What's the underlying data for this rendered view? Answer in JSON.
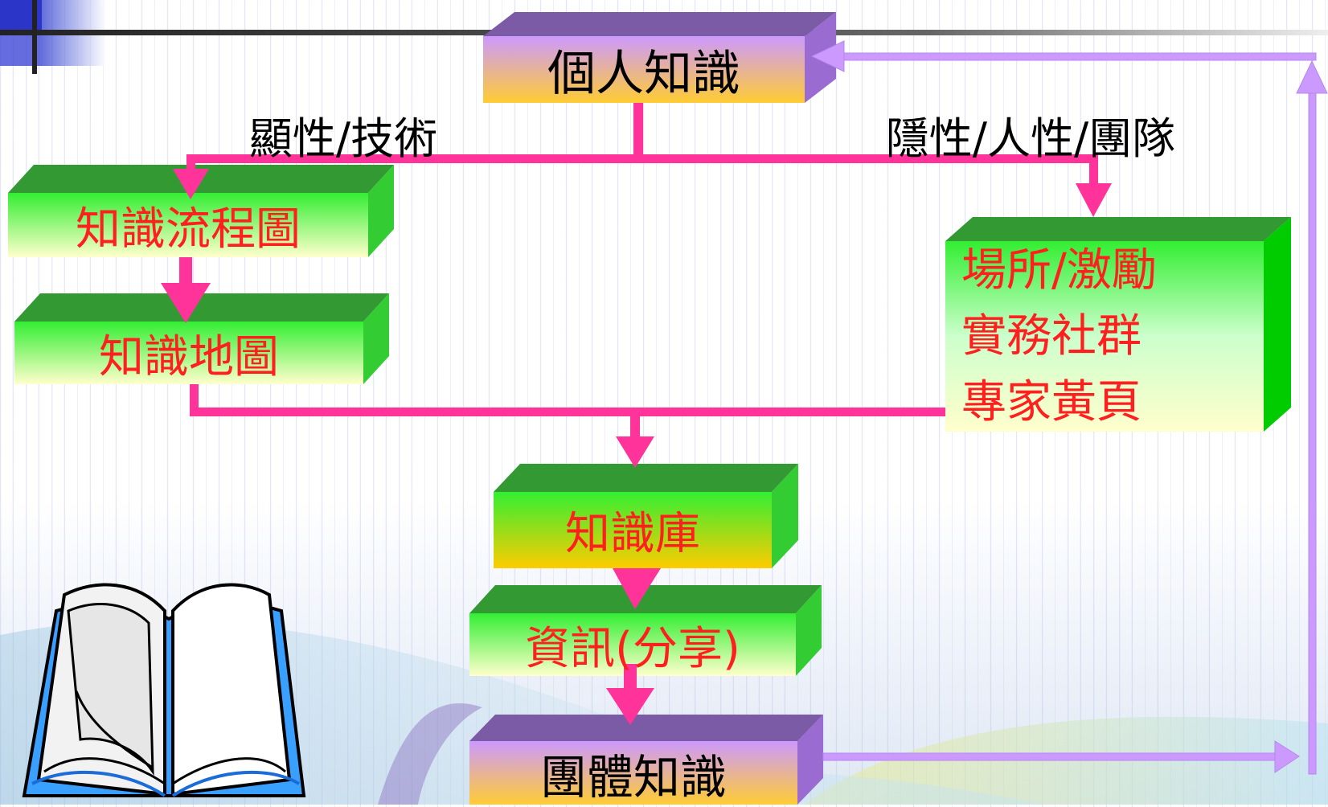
{
  "diagram": {
    "nodes": {
      "personal_knowledge": "個人知識",
      "process_map": "知識流程圖",
      "knowledge_map": "知識地圖",
      "tacit_node": [
        "場所/激勵",
        "實務社群",
        "專家黃頁"
      ],
      "repository": "知識庫",
      "information_sharing": "資訊(分享)",
      "group_knowledge": "團體知識"
    },
    "edge_labels": {
      "explicit": "顯性/技術",
      "tacit": "隱性/人性/團隊"
    }
  },
  "colors": {
    "flow_arrow": "#ff3399",
    "feedback_arrow": "#cc99ff",
    "node_text_red": "#ff1f1f",
    "green_box_top": "#339933",
    "green_box_side": "#33cc33",
    "purple_box_top": "#7b5aa6",
    "purple_box_side": "#9966cc"
  },
  "decorations": {
    "book_icon": "open-book-icon"
  }
}
